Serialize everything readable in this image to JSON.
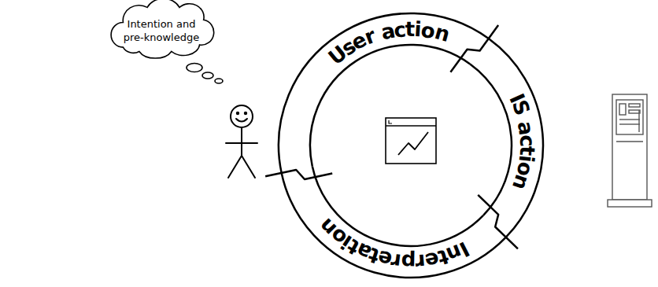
{
  "diagram": {
    "nodes": [
      {
        "text": [
          "Intention and pre-knowledge"
        ]
      },
      {
        "text": [
          "User action"
        ]
      },
      {
        "text": [
          "IS action"
        ]
      },
      {
        "text": [
          "Interpretation"
        ]
      }
    ]
  }
}
